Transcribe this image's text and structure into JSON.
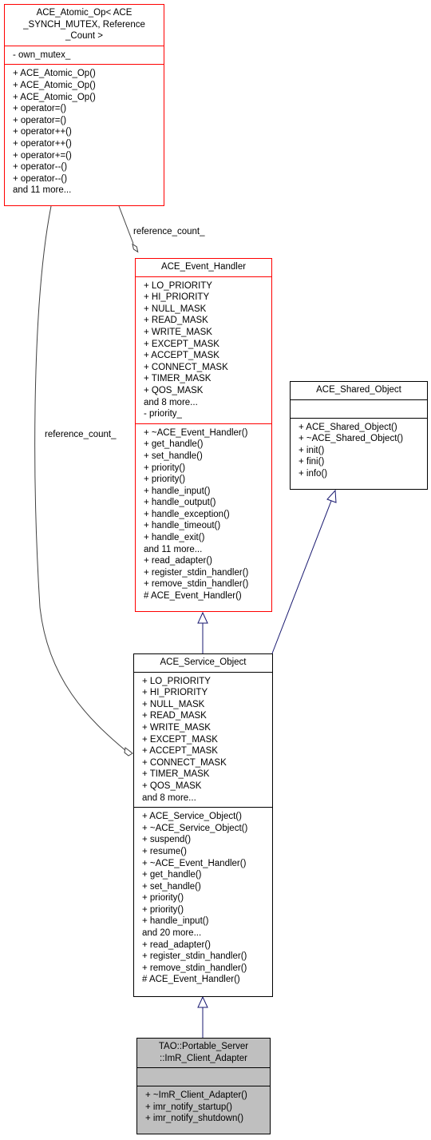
{
  "nodes": {
    "atomic_op": {
      "title_lines": [
        "ACE_Atomic_Op< ACE",
        "_SYNCH_MUTEX, Reference",
        "_Count >"
      ],
      "attributes": [
        "- own_mutex_"
      ],
      "operations": [
        "+ ACE_Atomic_Op()",
        "+ ACE_Atomic_Op()",
        "+ ACE_Atomic_Op()",
        "+ operator=()",
        "+ operator=()",
        "+ operator++()",
        "+ operator++()",
        "+ operator+=()",
        "+ operator--()",
        "+ operator--()",
        "and 11 more..."
      ],
      "border_color": "#ff0000"
    },
    "event_handler": {
      "title": "ACE_Event_Handler",
      "attributes": [
        "+ LO_PRIORITY",
        "+ HI_PRIORITY",
        "+ NULL_MASK",
        "+ READ_MASK",
        "+ WRITE_MASK",
        "+ EXCEPT_MASK",
        "+ ACCEPT_MASK",
        "+ CONNECT_MASK",
        "+ TIMER_MASK",
        "+ QOS_MASK",
        "and 8 more...",
        "- priority_"
      ],
      "operations": [
        "+ ~ACE_Event_Handler()",
        "+ get_handle()",
        "+ set_handle()",
        "+ priority()",
        "+ priority()",
        "+ handle_input()",
        "+ handle_output()",
        "+ handle_exception()",
        "+ handle_timeout()",
        "+ handle_exit()",
        "and 11 more...",
        "+ read_adapter()",
        "+ register_stdin_handler()",
        "+ remove_stdin_handler()",
        "# ACE_Event_Handler()"
      ],
      "border_color": "#ff0000"
    },
    "shared_object": {
      "title": "ACE_Shared_Object",
      "attributes": [],
      "operations": [
        "+ ACE_Shared_Object()",
        "+ ~ACE_Shared_Object()",
        "+ init()",
        "+ fini()",
        "+ info()"
      ]
    },
    "service_object": {
      "title": "ACE_Service_Object",
      "attributes": [
        "+ LO_PRIORITY",
        "+ HI_PRIORITY",
        "+ NULL_MASK",
        "+ READ_MASK",
        "+ WRITE_MASK",
        "+ EXCEPT_MASK",
        "+ ACCEPT_MASK",
        "+ CONNECT_MASK",
        "+ TIMER_MASK",
        "+ QOS_MASK",
        "and 8 more..."
      ],
      "operations": [
        "+ ACE_Service_Object()",
        "+ ~ACE_Service_Object()",
        "+ suspend()",
        "+ resume()",
        "+ ~ACE_Event_Handler()",
        "+ get_handle()",
        "+ set_handle()",
        "+ priority()",
        "+ priority()",
        "+ handle_input()",
        "and 20 more...",
        "+ read_adapter()",
        "+ register_stdin_handler()",
        "+ remove_stdin_handler()",
        "# ACE_Event_Handler()"
      ]
    },
    "imr_client_adapter": {
      "title_lines": [
        "TAO::Portable_Server",
        "::ImR_Client_Adapter"
      ],
      "attributes": [],
      "operations": [
        "+ ~ImR_Client_Adapter()",
        "+ imr_notify_startup()",
        "+ imr_notify_shutdown()"
      ],
      "fill_color": "#bfbfbf"
    }
  },
  "edge_labels": {
    "atomic_to_event_handler": "reference_count_",
    "atomic_to_service_object": "reference_count_"
  },
  "colors": {
    "inheritance_edge": "#191970",
    "association_edge": "#404040",
    "highlight_border": "#ff0000"
  }
}
